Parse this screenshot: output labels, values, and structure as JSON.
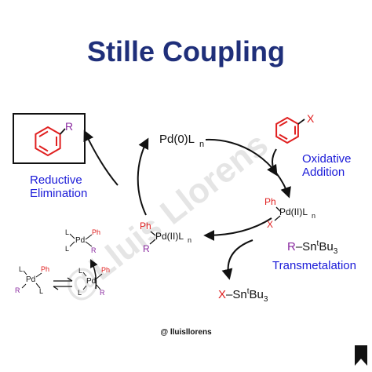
{
  "title": "Stille Coupling",
  "colors": {
    "title": "#1f2f7a",
    "label_blue": "#1a1ad8",
    "red": "#e02020",
    "purple": "#8a2aa0",
    "black": "#111111"
  },
  "cycle": {
    "pd0": {
      "main": "Pd(0)L",
      "sub": "n"
    },
    "oxidative": {
      "ph": "Ph",
      "x": "X",
      "pd": "Pd(II)L",
      "sub": "n"
    },
    "transmet": {
      "ph": "Ph",
      "r": "R",
      "pd": "Pd(II)L",
      "sub": "n"
    }
  },
  "product": {
    "substituent": "R"
  },
  "substrate": {
    "substituent": "X"
  },
  "steps": {
    "oxidative_line1": "Oxidative",
    "oxidative_line2": "Addition",
    "reductive_line1": "Reductive",
    "reductive_line2": "Elimination",
    "transmetalation": "Transmetalation"
  },
  "reagent": {
    "r": "R",
    "rest": "–Sn",
    "sup": "t",
    "bu": "Bu",
    "sub": "3"
  },
  "byproduct": {
    "x": "X",
    "rest": "–Sn",
    "sup": "t",
    "bu": "Bu",
    "sub": "3"
  },
  "isomers": {
    "pd": "Pd",
    "l": "L",
    "ph": "Ph",
    "r": "R"
  },
  "watermark": "@Lluis Llorens",
  "credit": "@ lluisllorens",
  "icons": [
    "bookmark-icon",
    "benzene-ring-icon"
  ]
}
